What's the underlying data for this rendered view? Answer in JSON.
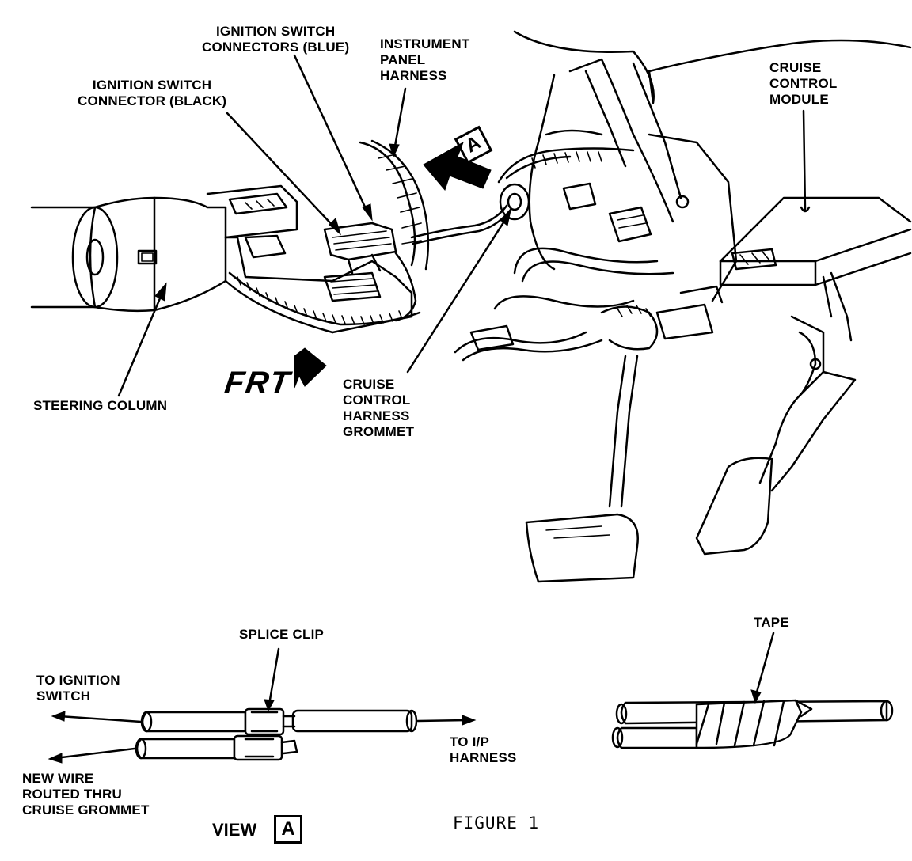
{
  "diagram": {
    "labels": {
      "ignition_switch_connectors_blue": "IGNITION SWITCH\nCONNECTORS (BLUE)",
      "ignition_switch_connector_black": "IGNITION SWITCH\nCONNECTOR (BLACK)",
      "instrument_panel_harness": "INSTRUMENT\nPANEL\nHARNESS",
      "cruise_control_module": "CRUISE\nCONTROL\nMODULE",
      "steering_column": "STEERING COLUMN",
      "cruise_control_harness_grommet": "CRUISE\nCONTROL\nHARNESS\nGROMMET",
      "frt": "FRT",
      "view_marker": "A",
      "splice_clip": "SPLICE CLIP",
      "tape": "TAPE",
      "to_ignition_switch": "TO IGNITION\nSWITCH",
      "to_ip_harness": "TO I/P\nHARNESS",
      "new_wire": "NEW WIRE\nROUTED THRU\nCRUISE GROMMET",
      "view": "VIEW",
      "view_letter": "A",
      "figure_caption": "FIGURE 1"
    }
  }
}
